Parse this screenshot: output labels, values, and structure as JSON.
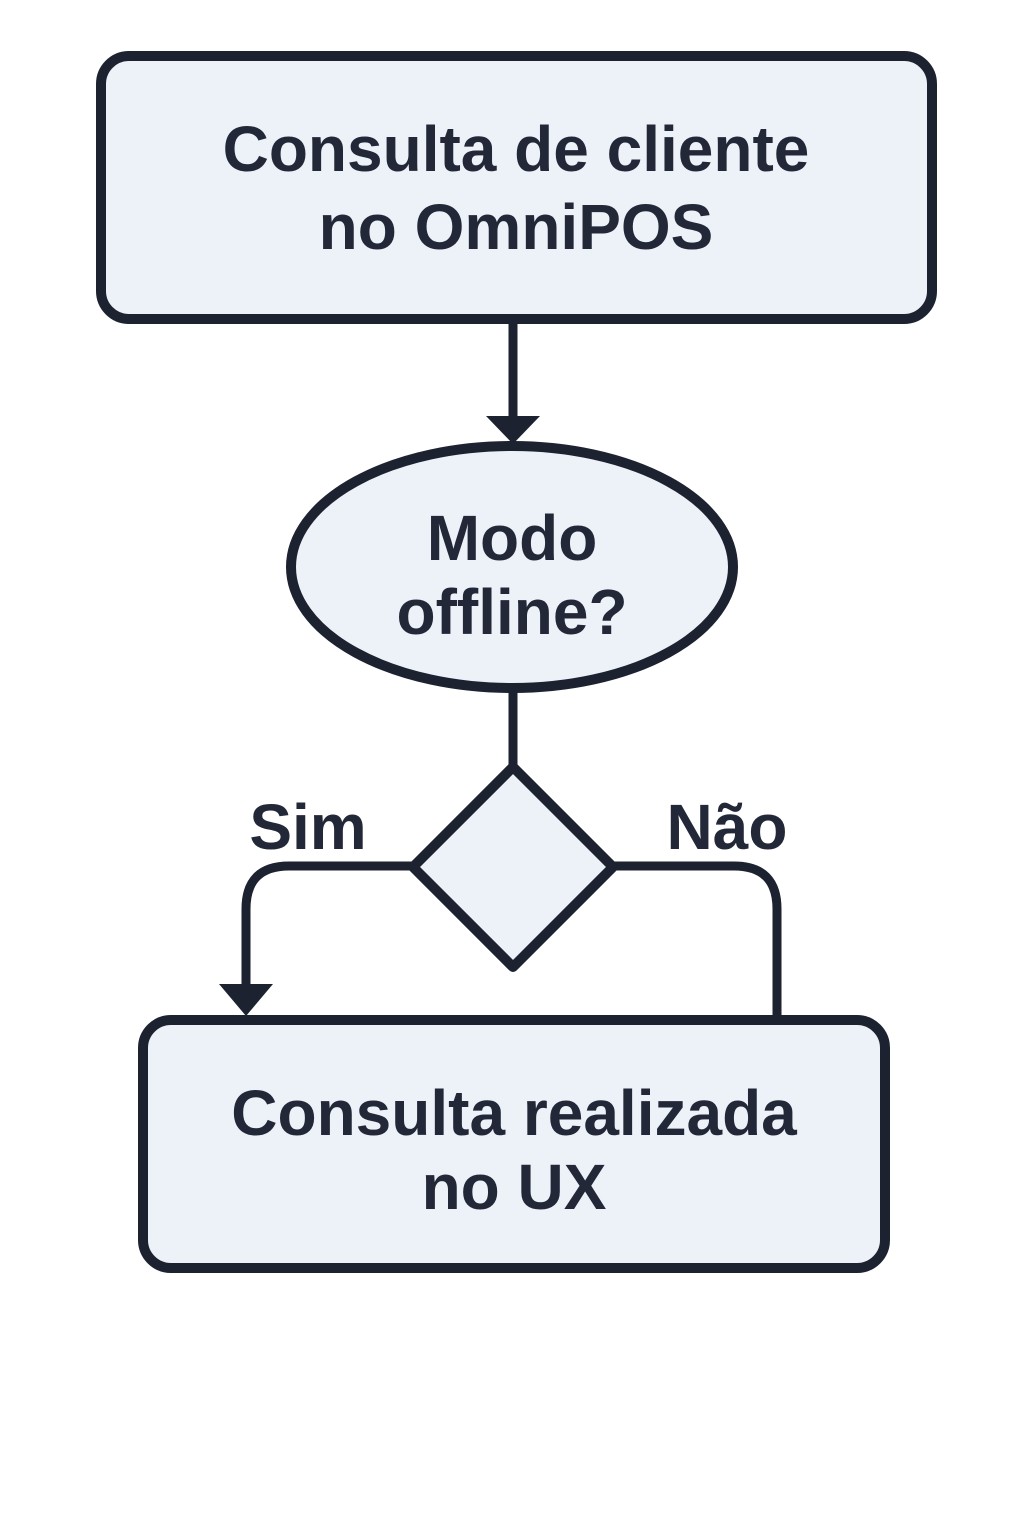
{
  "diagram": {
    "type": "flowchart",
    "colors": {
      "background": "#ffffff",
      "node_fill": "#edf2f9",
      "stroke": "#1d2231",
      "text": "#232838"
    },
    "nodes": [
      {
        "id": "start",
        "shape": "rounded-rectangle",
        "label": "Consulta de cliente no OmniPOS",
        "lines": [
          "Consulta de cliente",
          "no OmniPOS"
        ]
      },
      {
        "id": "decision",
        "shape": "ellipse",
        "label": "Modo offline?",
        "lines": [
          "Modo",
          "offline?"
        ]
      },
      {
        "id": "branch",
        "shape": "diamond",
        "label": ""
      },
      {
        "id": "end",
        "shape": "rounded-rectangle",
        "label": "Consulta realizada no UX",
        "lines": [
          "Consulta realizada",
          "no UX"
        ]
      }
    ],
    "edges": [
      {
        "from": "start",
        "to": "decision",
        "label": "",
        "arrowhead": "down"
      },
      {
        "from": "decision",
        "to": "branch",
        "label": "",
        "arrowhead": "none"
      },
      {
        "from": "branch",
        "to": "end",
        "label": "Sim",
        "arrowhead": "down"
      },
      {
        "from": "branch",
        "to": "end",
        "label": "Não",
        "arrowhead": "none"
      }
    ]
  }
}
